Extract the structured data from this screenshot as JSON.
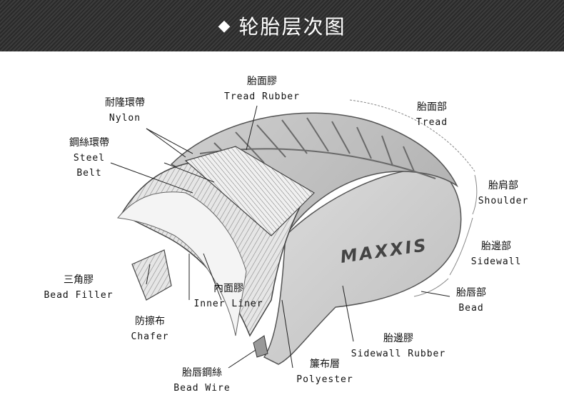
{
  "header": {
    "title": "轮胎层次图",
    "diamond": "◆"
  },
  "brand": "MAXXIS",
  "labels": {
    "tread_rubber": {
      "zh": "胎面膠",
      "en": "Tread Rubber"
    },
    "nylon": {
      "zh": "耐隆環帶",
      "en": "Nylon"
    },
    "steel_belt": {
      "zh": "鋼絲環帶",
      "en1": "Steel",
      "en2": "Belt"
    },
    "tread": {
      "zh": "胎面部",
      "en": "Tread"
    },
    "shoulder": {
      "zh": "胎肩部",
      "en": "Shoulder"
    },
    "sidewall": {
      "zh": "胎邊部",
      "en": "Sidewall"
    },
    "bead": {
      "zh": "胎唇部",
      "en": "Bead"
    },
    "bead_filler": {
      "zh": "三角膠",
      "en": "Bead Filler"
    },
    "inner_liner": {
      "zh": "內面膠",
      "en": "Inner Liner"
    },
    "chafer": {
      "zh": "防擦布",
      "en": "Chafer"
    },
    "sidewall_rubber": {
      "zh": "胎邊膠",
      "en": "Sidewall Rubber"
    },
    "polyester": {
      "zh": "簾布層",
      "en": "Polyester"
    },
    "bead_wire": {
      "zh": "胎唇鋼絲",
      "en": "Bead Wire"
    }
  }
}
